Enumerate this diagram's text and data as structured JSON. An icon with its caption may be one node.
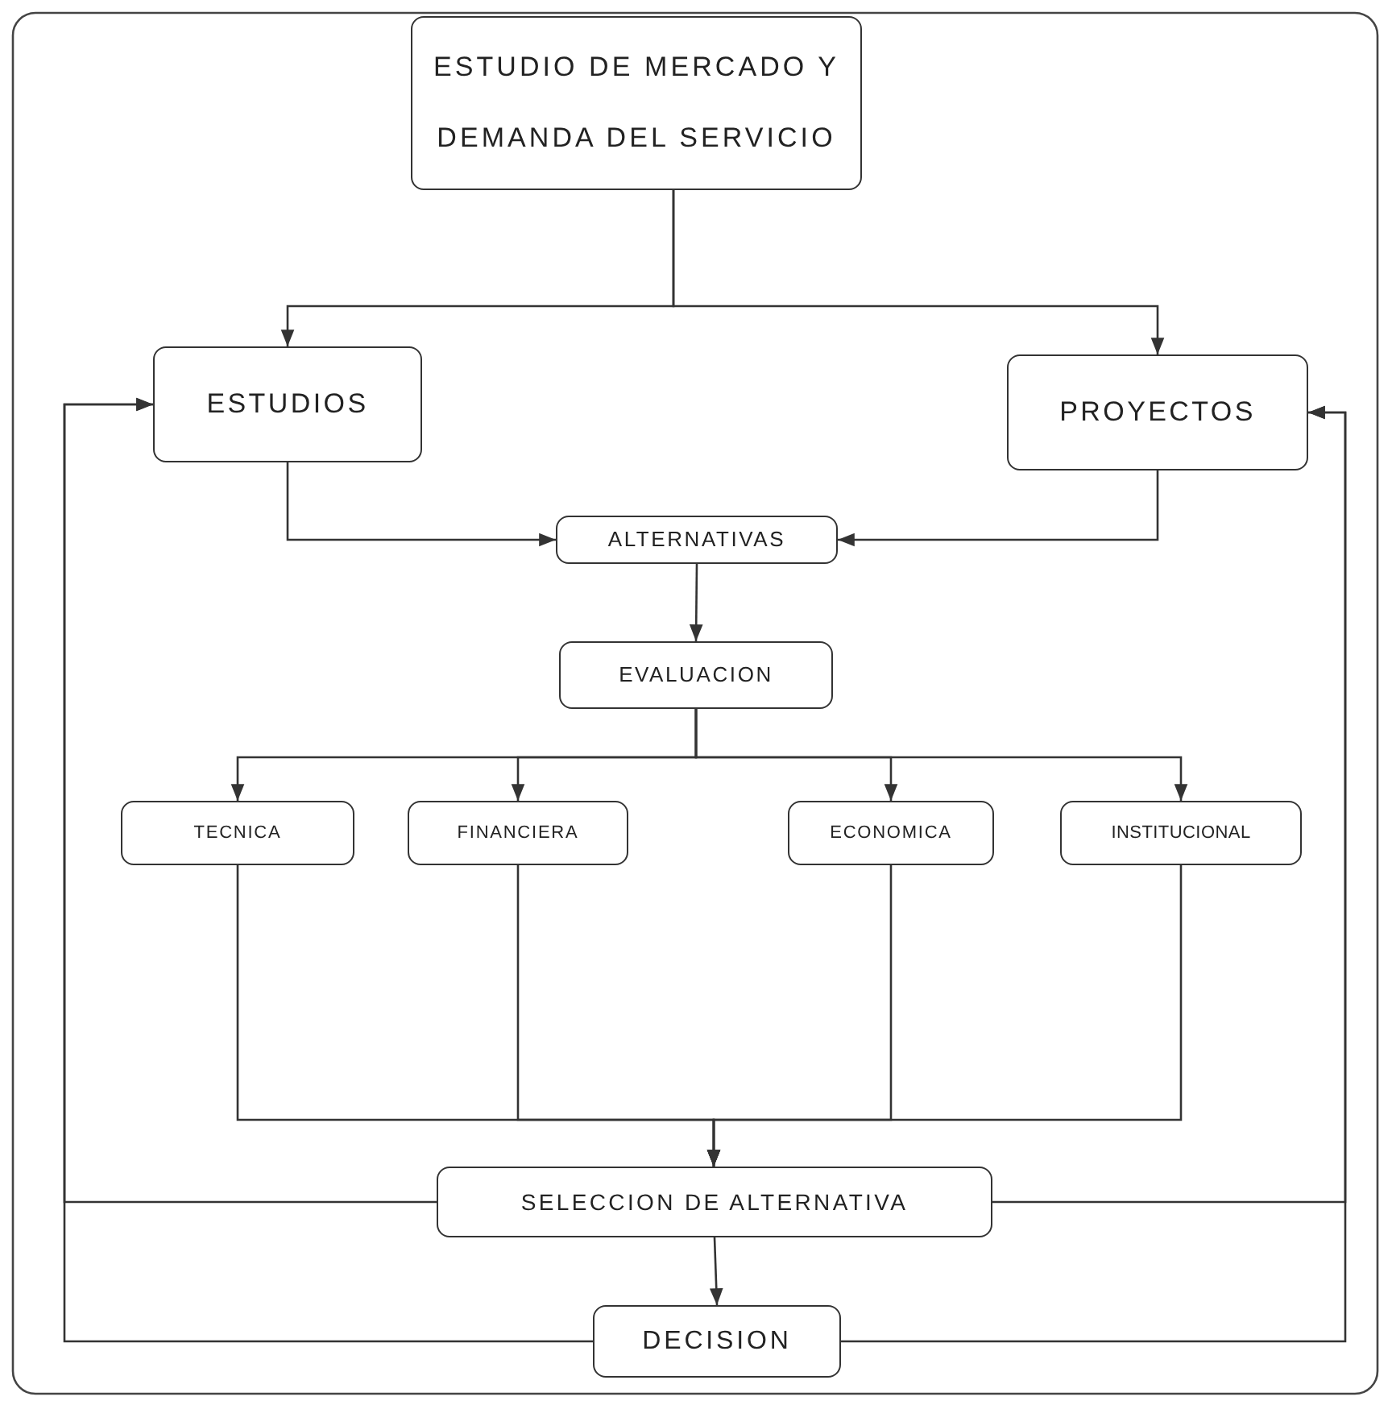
{
  "diagram": {
    "nodes": [
      {
        "text": [
          "ESTUDIO DE MERCADO Y DEMANDA DEL SERVICIO"
        ]
      },
      {
        "text": [
          "ESTUDIOS"
        ]
      },
      {
        "text": [
          "PROYECTOS"
        ]
      },
      {
        "text": [
          "ALTERNATIVAS"
        ]
      },
      {
        "text": [
          "EVALUACION"
        ]
      },
      {
        "text": [
          "TECNICA"
        ]
      },
      {
        "text": [
          "FINANCIERA"
        ]
      },
      {
        "text": [
          "ECONOMICA"
        ]
      },
      {
        "text": [
          "INSTITUCIONAL"
        ]
      },
      {
        "text": [
          "SELECCION DE ALTERNATIVA"
        ]
      },
      {
        "text": [
          "DECISION"
        ]
      }
    ],
    "edges": [
      {
        "from": 0,
        "to": 1,
        "arrow": "to"
      },
      {
        "from": 0,
        "to": 2,
        "arrow": "to"
      },
      {
        "from": 1,
        "to": 3,
        "arrow": "to"
      },
      {
        "from": 2,
        "to": 3,
        "arrow": "to"
      },
      {
        "from": 3,
        "to": 4,
        "arrow": "to"
      },
      {
        "from": 4,
        "to": 5,
        "arrow": "to"
      },
      {
        "from": 4,
        "to": 6,
        "arrow": "to"
      },
      {
        "from": 4,
        "to": 7,
        "arrow": "to"
      },
      {
        "from": 4,
        "to": 8,
        "arrow": "to"
      },
      {
        "from": 5,
        "to": 9,
        "arrow": "to"
      },
      {
        "from": 6,
        "to": 9,
        "arrow": "to"
      },
      {
        "from": 7,
        "to": 9,
        "arrow": "to"
      },
      {
        "from": 8,
        "to": 9,
        "arrow": "to"
      },
      {
        "from": 9,
        "to": 10,
        "arrow": "to"
      },
      {
        "from": 9,
        "to": 1,
        "arrow": "to"
      },
      {
        "from": 10,
        "to": 1,
        "arrow": "to"
      },
      {
        "from": 9,
        "to": 2,
        "arrow": "to"
      },
      {
        "from": 10,
        "to": 2,
        "arrow": "to"
      }
    ]
  }
}
